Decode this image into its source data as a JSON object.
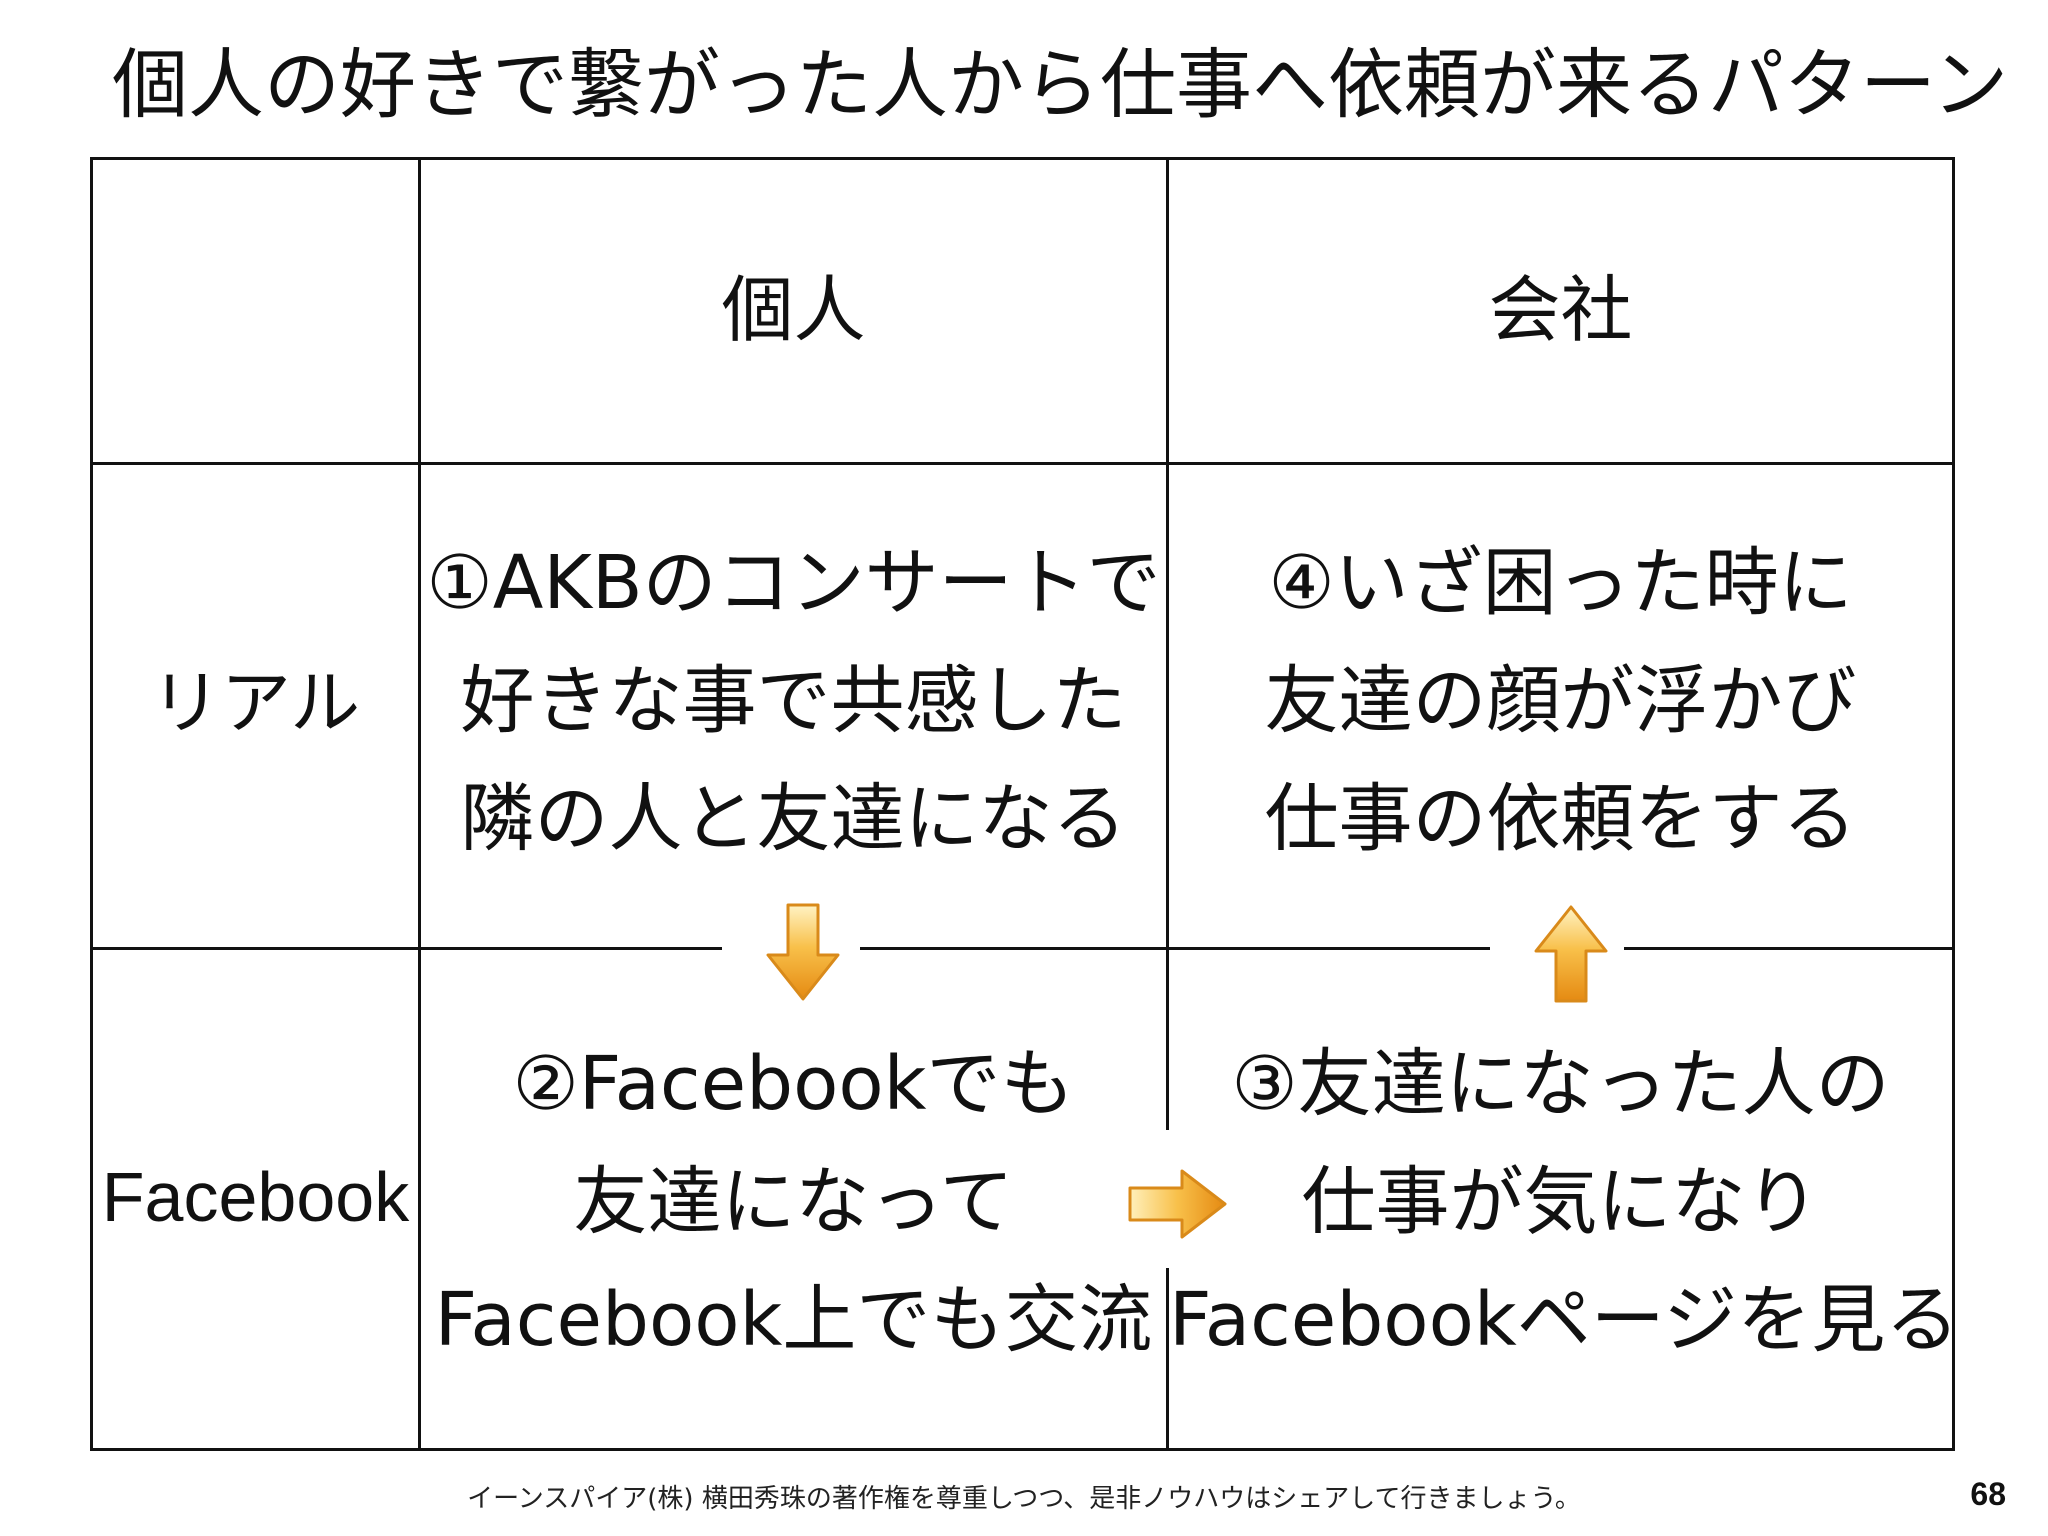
{
  "title": "個人の好きで繋がった人から仕事へ依頼が来るパターン",
  "columns": [
    "個人",
    "会社"
  ],
  "rows": [
    "リアル",
    "Facebook"
  ],
  "cells": {
    "real_personal": [
      "①AKBのコンサートで",
      "好きな事で共感した",
      "隣の人と友達になる"
    ],
    "real_company": [
      "④いざ困った時に",
      "友達の顔が浮かび",
      "仕事の依頼をする"
    ],
    "fb_personal": [
      "②Facebookでも",
      "友達になって",
      "Facebook上でも交流"
    ],
    "fb_company": [
      "③友達になった人の",
      "仕事が気になり",
      "Facebookページを見る"
    ]
  },
  "arrows": {
    "down_icon": "arrow-down-icon",
    "right_icon": "arrow-right-icon",
    "up_icon": "arrow-up-icon",
    "color": "#f4a020"
  },
  "footer": "イーンスパイア(株) 横田秀珠の著作権を尊重しつつ、是非ノウハウはシェアして行きましょう。",
  "page_number": "68"
}
